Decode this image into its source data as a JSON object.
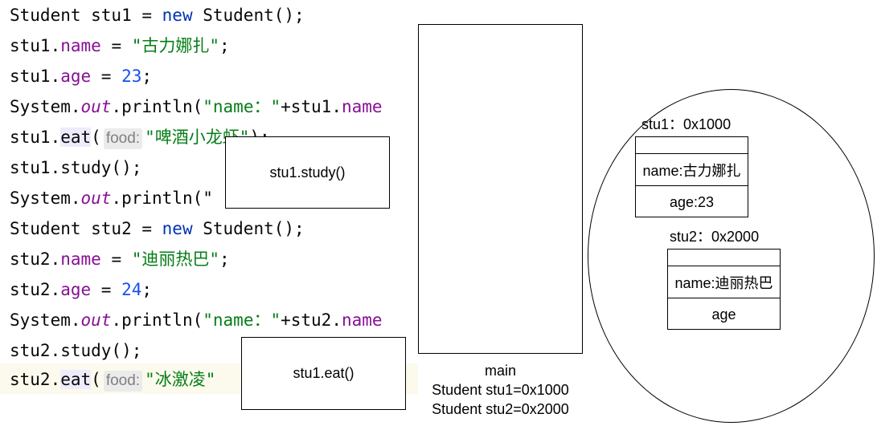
{
  "code": {
    "l1": {
      "a": "Student stu1 = ",
      "kw": "new",
      "b": " Student();"
    },
    "l2": {
      "a": "stu1.",
      "fld": "name",
      "b": " = ",
      "str": "\"古力娜扎\"",
      "c": ";"
    },
    "l3": {
      "a": "stu1.",
      "fld": "age",
      "b": " = ",
      "num": "23",
      "c": ";"
    },
    "l4": {
      "a": "System.",
      "st": "out",
      "b": ".println(",
      "str": "\"name：\"",
      "c": "+stu1.",
      "fld": "name"
    },
    "l5": {
      "a": "stu1.",
      "call": "eat",
      "p": "(",
      "hint": "food:",
      "str": "\"啤酒小龙虾\"",
      "c": ");"
    },
    "l6": {
      "a": "stu1.study();"
    },
    "l7": {
      "a": "System.",
      "st": "out",
      "b": ".println(\"",
      "tail": ");"
    },
    "l8": {
      "a": "Student stu2 = ",
      "kw": "new",
      "b": " Student();"
    },
    "l9": {
      "a": "stu2.",
      "fld": "name",
      "b": " = ",
      "str": "\"迪丽热巴\"",
      "c": ";"
    },
    "l10": {
      "a": "stu2.",
      "fld": "age",
      "b": " = ",
      "num": "24",
      "c": ";"
    },
    "l11": {
      "a": "System.",
      "st": "out",
      "b": ".println(",
      "str": "\"name：\"",
      "c": "+stu2.",
      "fld": "name"
    },
    "l12": {
      "a": "stu2.study();"
    },
    "l13": {
      "a": "stu2.",
      "call": "eat",
      "p": "(",
      "hint": "food:",
      "str": "\"冰激凌\""
    }
  },
  "stack": {
    "study_frame": "stu1.study()",
    "eat_frame": "stu1.eat()",
    "main_frame": {
      "title": "main",
      "var1": "Student stu1=0x1000",
      "var2": "Student stu2=0x2000"
    }
  },
  "heap": {
    "obj1": {
      "label": "stu1：0x1000",
      "name": "name:古力娜扎",
      "age": "age:23"
    },
    "obj2": {
      "label": "stu2：0x2000",
      "name": "name:迪丽热巴",
      "age": "age"
    }
  }
}
